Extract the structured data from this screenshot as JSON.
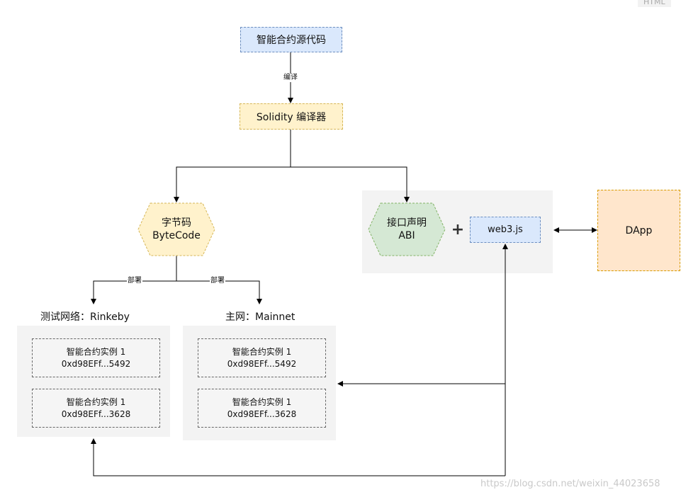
{
  "corner_tag": "HTML",
  "source_box": "智能合约源代码",
  "compile_label": "编译",
  "compiler_box": "Solidity 编译器",
  "bytecode": {
    "line1": "字节码",
    "line2": "ByteCode"
  },
  "abi": {
    "line1": "接口声明",
    "line2": "ABI"
  },
  "plus_sign": "+",
  "web3": "web3.js",
  "dapp": "DApp",
  "deploy_label_left": "部署",
  "deploy_label_right": "部署",
  "testnet": {
    "title": "测试网络：Rinkeby",
    "instances": [
      {
        "name": "智能合约实例 1",
        "address": "0xd98EFf...5492"
      },
      {
        "name": "智能合约实例 1",
        "address": "0xd98EFf...3628"
      }
    ]
  },
  "mainnet": {
    "title": "主网：Mainnet",
    "instances": [
      {
        "name": "智能合约实例 1",
        "address": "0xd98EFf...5492"
      },
      {
        "name": "智能合约实例 1",
        "address": "0xd98EFf...3628"
      }
    ]
  },
  "watermark": "https://blog.csdn.net/weixin_44023658",
  "colors": {
    "blue_fill": "#dae8fc",
    "blue_stroke": "#6c8ebf",
    "yellow_fill": "#fff2cc",
    "yellow_stroke": "#d6b656",
    "green_fill": "#d5e8d4",
    "green_stroke": "#82b366",
    "orange_fill": "#ffe6cc",
    "orange_stroke": "#d79b00",
    "panel_gray": "#f3f3f3"
  }
}
